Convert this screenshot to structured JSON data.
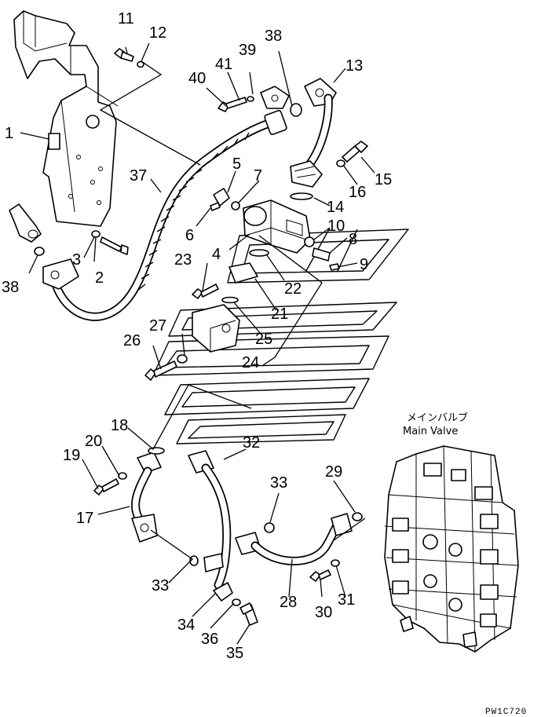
{
  "callouts": {
    "c1": "1",
    "c2": "2",
    "c3": "3",
    "c4": "4",
    "c5": "5",
    "c6": "6",
    "c7": "7",
    "c8": "8",
    "c9": "9",
    "c10": "10",
    "c11": "11",
    "c12": "12",
    "c13": "13",
    "c14": "14",
    "c15": "15",
    "c16": "16",
    "c17": "17",
    "c18": "18",
    "c19": "19",
    "c20": "20",
    "c21": "21",
    "c22": "22",
    "c23": "23",
    "c24": "24",
    "c25": "25",
    "c26": "26",
    "c27": "27",
    "c28": "28",
    "c29": "29",
    "c30": "30",
    "c31": "31",
    "c32": "32",
    "c33a": "33",
    "c33b": "33",
    "c34": "34",
    "c35": "35",
    "c36": "36",
    "c37": "37",
    "c38a": "38",
    "c38b": "38",
    "c39": "39",
    "c40": "40",
    "c41": "41"
  },
  "main_valve": {
    "label_jp": "メインバルブ",
    "label_en": "Main Valve"
  },
  "drawing_code": "PW1C720"
}
